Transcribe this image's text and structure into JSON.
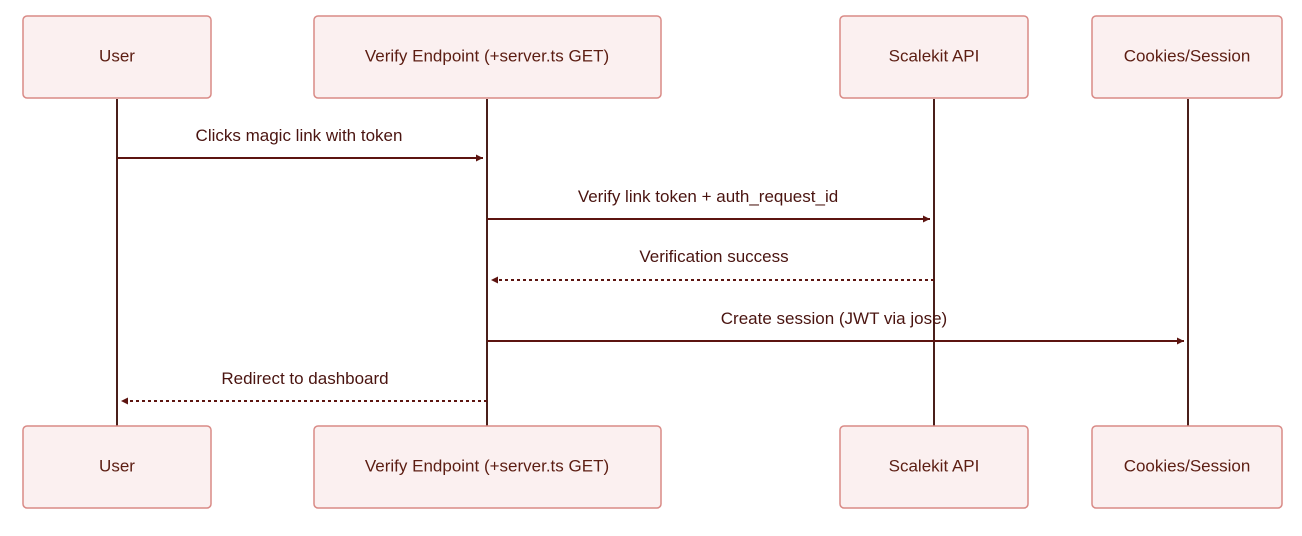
{
  "participants": [
    {
      "id": "user",
      "label": "User"
    },
    {
      "id": "verify",
      "label": "Verify Endpoint (+server.ts GET)"
    },
    {
      "id": "scalekit",
      "label": "Scalekit API"
    },
    {
      "id": "cookies",
      "label": "Cookies/Session"
    }
  ],
  "messages": [
    {
      "from": "user",
      "to": "verify",
      "label": "Clicks magic link with token",
      "style": "solid"
    },
    {
      "from": "verify",
      "to": "scalekit",
      "label": "Verify link token + auth_request_id",
      "style": "solid"
    },
    {
      "from": "scalekit",
      "to": "verify",
      "label": "Verification success",
      "style": "dashed"
    },
    {
      "from": "verify",
      "to": "cookies",
      "label": "Create session (JWT via jose)",
      "style": "solid"
    },
    {
      "from": "verify",
      "to": "user",
      "label": "Redirect to dashboard",
      "style": "dashed"
    }
  ]
}
